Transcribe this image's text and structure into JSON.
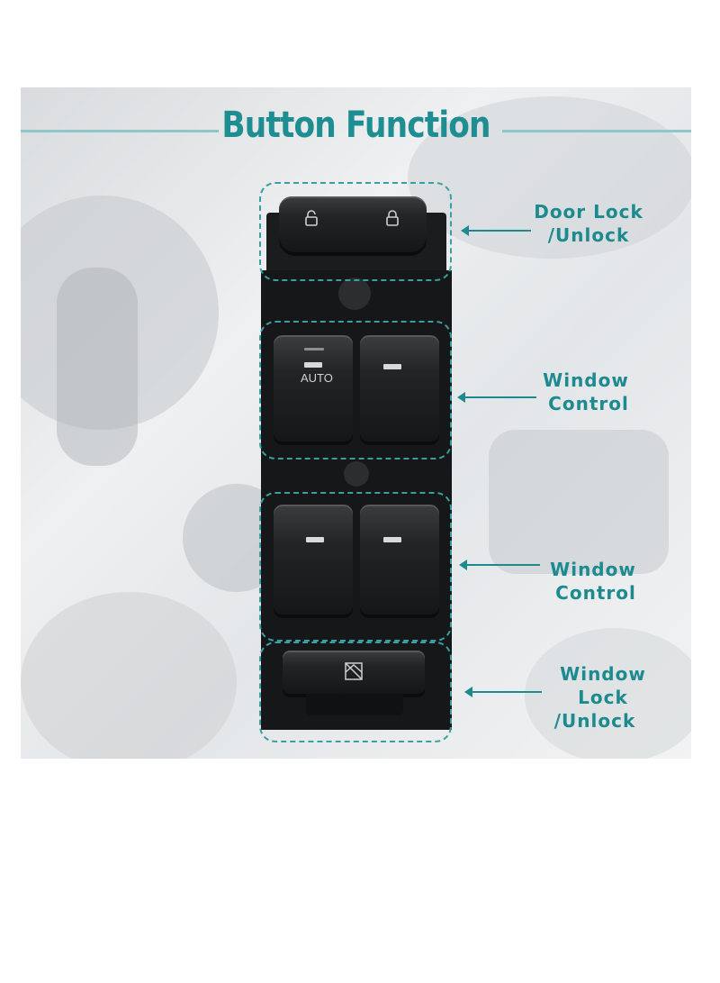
{
  "title": "Button Function",
  "labels": {
    "door_lock_line1": "Door Lock",
    "door_lock_line2": "/Unlock",
    "window_control_1_line1": "Window",
    "window_control_1_line2": "Control",
    "window_control_2_line1": "Window",
    "window_control_2_line2": "Control",
    "window_lock_line1": "Window Lock",
    "window_lock_line2": "/Unlock"
  },
  "switch": {
    "auto_text": "AUTO"
  },
  "colors": {
    "accent": "#1c8a8f",
    "title": "#1f8e93",
    "panel": "#1b1c1d"
  },
  "icons": [
    "unlock-icon",
    "lock-icon",
    "window-lock-icon",
    "arrow-left-icon"
  ]
}
